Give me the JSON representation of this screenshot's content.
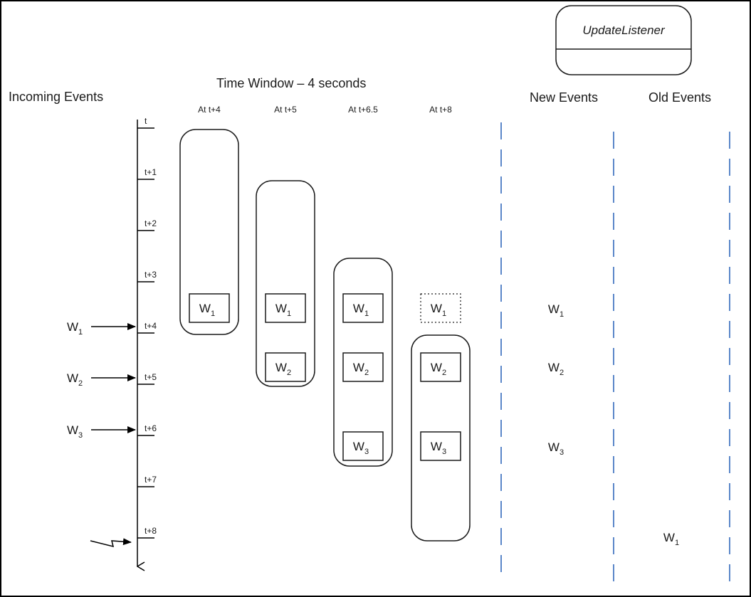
{
  "listener": {
    "title": "UpdateListener"
  },
  "incoming": {
    "label": "Incoming Events"
  },
  "window": {
    "title": "Time Window – 4 seconds"
  },
  "timeline": {
    "ticks": [
      {
        "label": "t",
        "time": 0
      },
      {
        "label": "t+1",
        "time": 1
      },
      {
        "label": "t+2",
        "time": 2
      },
      {
        "label": "t+3",
        "time": 3
      },
      {
        "label": "t+4",
        "time": 4
      },
      {
        "label": "t+5",
        "time": 5
      },
      {
        "label": "t+6",
        "time": 6
      },
      {
        "label": "t+7",
        "time": 7
      },
      {
        "label": "t+8",
        "time": 8
      }
    ],
    "arrivals": [
      {
        "base": "W",
        "sub": "1",
        "time": 4
      },
      {
        "base": "W",
        "sub": "2",
        "time": 5
      },
      {
        "base": "W",
        "sub": "3",
        "time": 6.5
      }
    ]
  },
  "snapshots": [
    {
      "label": "At t+4",
      "events": [
        {
          "base": "W",
          "sub": "1",
          "expired": false
        }
      ]
    },
    {
      "label": "At t+5",
      "events": [
        {
          "base": "W",
          "sub": "1",
          "expired": false
        },
        {
          "base": "W",
          "sub": "2",
          "expired": false
        }
      ]
    },
    {
      "label": "At t+6.5",
      "events": [
        {
          "base": "W",
          "sub": "1",
          "expired": false
        },
        {
          "base": "W",
          "sub": "2",
          "expired": false
        },
        {
          "base": "W",
          "sub": "3",
          "expired": false
        }
      ]
    },
    {
      "label": "At t+8",
      "events": [
        {
          "base": "W",
          "sub": "1",
          "expired": true
        },
        {
          "base": "W",
          "sub": "2",
          "expired": false
        },
        {
          "base": "W",
          "sub": "3",
          "expired": false
        }
      ]
    }
  ],
  "new_events": {
    "label": "New Events",
    "items": [
      {
        "base": "W",
        "sub": "1"
      },
      {
        "base": "W",
        "sub": "2"
      },
      {
        "base": "W",
        "sub": "3"
      }
    ]
  },
  "old_events": {
    "label": "Old Events",
    "items": [
      {
        "base": "W",
        "sub": "1"
      }
    ]
  },
  "colors": {
    "divider": "#5b87c9",
    "stroke": "#1a1a1a",
    "frame": "#000000"
  }
}
